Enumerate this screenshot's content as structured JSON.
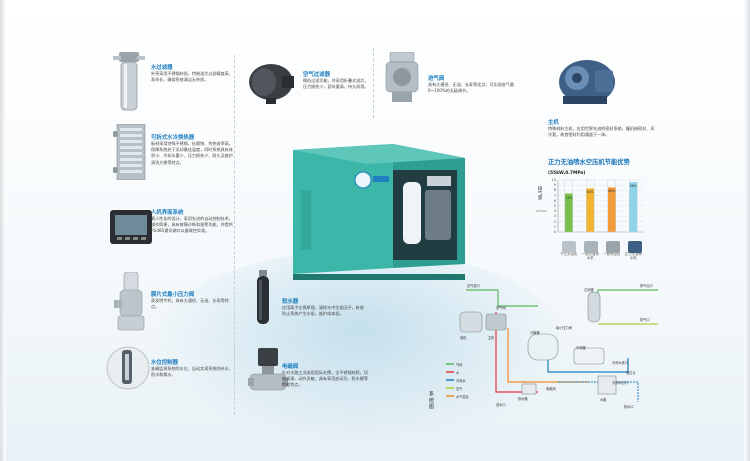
{
  "left_column": [
    {
      "title": "水过滤器",
      "desc": "外壳采用不锈钢材质，特制滤芯过滤精度高、寿命长，确保系统清洁无杂质。"
    },
    {
      "title": "可拆式水冷换热器",
      "desc": "板材采用特殊不锈钢，抗腐蚀、传热效率高，保障系统处于迅却最佳温度，同时系统具有体积小、冷却水量少、压力损失少、耐久及维护清洗方便等特点。"
    },
    {
      "title": "人机界面系统",
      "desc": "最人性化的设计，采用先进的自动控制技术，操作简便，具有故障诊断和报警功能，并提供RS485通讯端口以备联控实现。"
    },
    {
      "title": "膜片式最小压力阀",
      "desc": "获发明专利，具有大通径、无油、长寿等特点。"
    },
    {
      "title": "水位控制器",
      "desc": "准确监测系统的水位，自动实现系统的补水、防水和换水。"
    }
  ],
  "top_row": [
    {
      "title": "空气过滤器",
      "desc": "微粒过滤功能，并采用折叠式滤芯，压力损失少，容灰量高，持久耐用。"
    },
    {
      "title": "进气阀",
      "desc": "具有大通径、无油、长寿等优点；可实现进气量0~100%的无级调节。"
    }
  ],
  "main_unit": {
    "title": "主机",
    "desc": "特殊材料主机，应用世界先进的密封系统，撞机械密封、风冷套，故首密封利用通道于一体。"
  },
  "center_column": [
    {
      "title": "软水器",
      "desc": "应用离子交换原理，清除水中生垢因子，有效防止系统产生水垢，维护成本低。"
    },
    {
      "title": "电磁阀",
      "desc": "针对水路工况选用国际名牌，全不锈钢材质，切构紧凑，动作灵敏，具有享用启动功、防水缠等性能特点。"
    }
  ],
  "chart_data": {
    "type": "bar",
    "title": "正力无油喷水空压机节能优势",
    "subtitle": "(55kW,0.7MPa)",
    "ylabel": "排气量",
    "yunit": "m³/min",
    "ylim": [
      0,
      10
    ],
    "yticks": [
      0,
      1,
      2,
      3,
      4,
      5,
      6,
      7,
      8,
      9,
      10
    ],
    "categories": [
      "干式无油机",
      "一般无油喷水机",
      "一般有油机",
      "正力无油喷水机"
    ],
    "values": [
      7.4,
      8.4,
      8.6,
      9.6
    ],
    "bar_labels": [
      "74%",
      "84%",
      "86%",
      "96%"
    ],
    "colors": [
      "#7bc04f",
      "#f0b332",
      "#f29c3a",
      "#8fd3e8"
    ],
    "grid": true
  },
  "diagram": {
    "label": "系统图",
    "labels": {
      "air_in": "空气进口",
      "exhaust": "排气口",
      "air_outlet_top": "排气出口",
      "water_in": "进水口",
      "water_out": "排水口",
      "cooling_in": "冷却水进口",
      "cooling_out": "冷却水出口",
      "separator": "分离器",
      "motor": "电机",
      "host": "主机",
      "filter": "过滤器",
      "cooler": "冷却器",
      "valve": "进气阀",
      "softener": "软水器",
      "water_tank": "水箱",
      "pressure_valve": "最小压力阀",
      "solenoid": "电磁阀",
      "level": "液位计"
    },
    "legend": [
      "气体",
      "水",
      "冷却水",
      "空气",
      "水气混合"
    ]
  },
  "colors": {
    "accent": "#1f7fc0",
    "machine": "#38b3a6"
  }
}
